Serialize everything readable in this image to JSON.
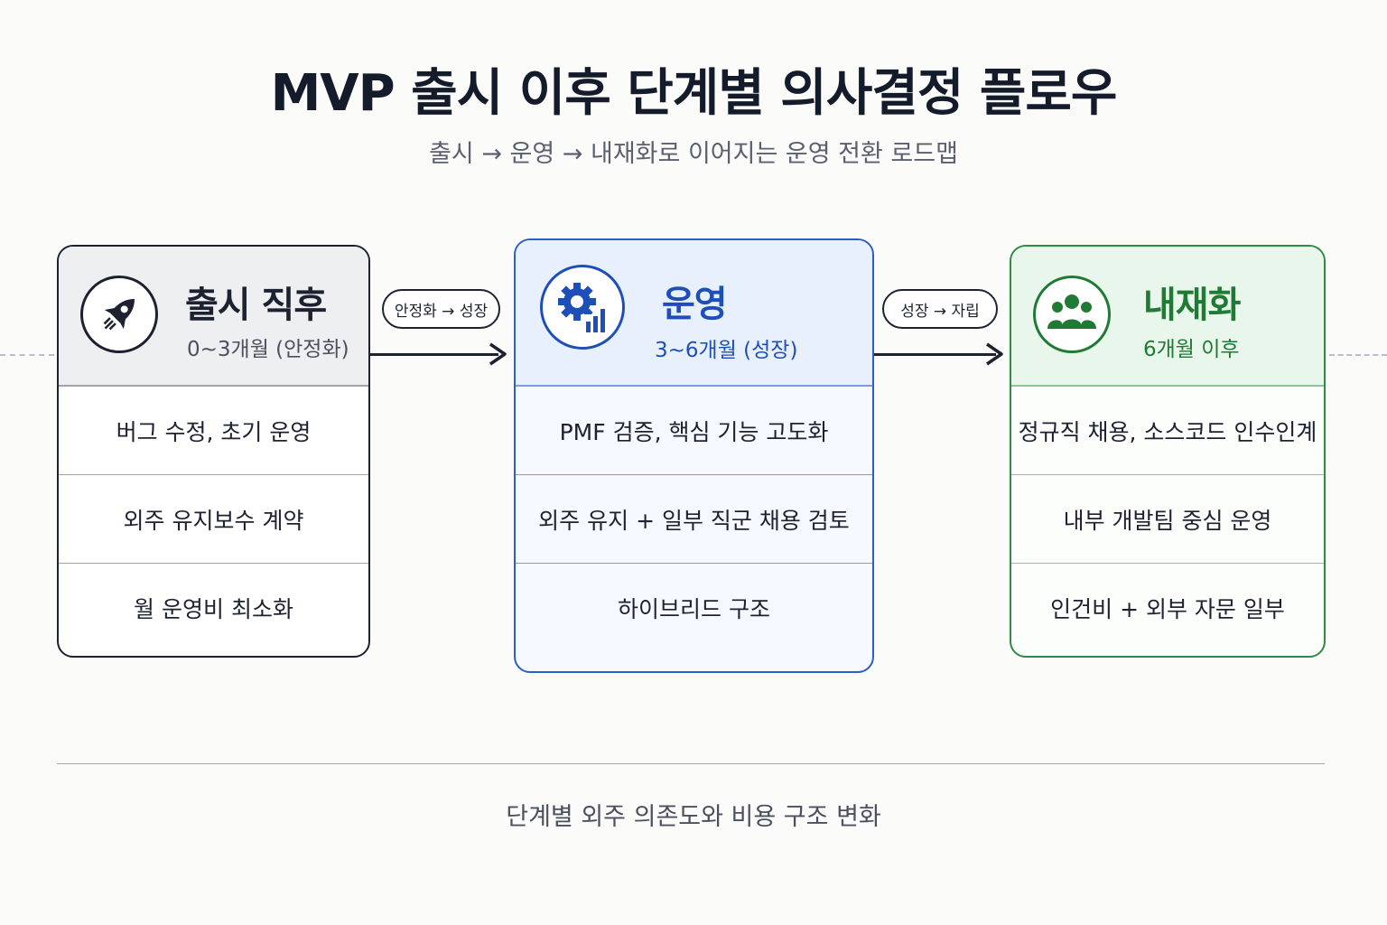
{
  "title": "MVP 출시 이후 단계별 의사결정 플로우",
  "subtitle": "출시 → 운영 → 내재화로 이어지는 운영 전환 로드맵",
  "stages": [
    {
      "title": "출시 직후",
      "period": "0~3개월 (안정화)",
      "icon": "rocket-icon",
      "color": "#1c2230",
      "items": [
        "버그 수정, 초기 운영",
        "외주 유지보수 계약",
        "월 운영비 최소화"
      ]
    },
    {
      "title": "운영",
      "period": "3~6개월 (성장)",
      "icon": "gear-chart-icon",
      "color": "#1e4fb8",
      "items": [
        "PMF 검증, 핵심 기능 고도화",
        "외주 유지 + 일부 직군 채용 검토",
        "하이브리드 구조"
      ]
    },
    {
      "title": "내재화",
      "period": "6개월 이후",
      "icon": "team-icon",
      "color": "#1f7a33",
      "items": [
        "정규직 채용, 소스코드 인수인계",
        "내부 개발팀 중심 운영",
        "인건비 + 외부 자문 일부"
      ]
    }
  ],
  "transitions": [
    "안정화 → 성장",
    "성장 → 자립"
  ],
  "footer": "단계별 외주 의존도와 비용 구조 변화"
}
